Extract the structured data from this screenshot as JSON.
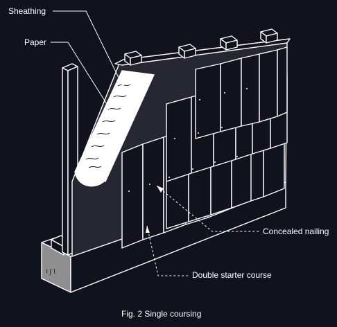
{
  "labels": {
    "sheathing": "Sheathing",
    "paper": "Paper",
    "concealed_nailing": "Concealed nailing",
    "double_starter_course": "Double starter course"
  },
  "caption": "Fig. 2  Single coursing",
  "colors": {
    "background": "#10121e",
    "line": "#ffffff",
    "sheathing": "#272733"
  }
}
